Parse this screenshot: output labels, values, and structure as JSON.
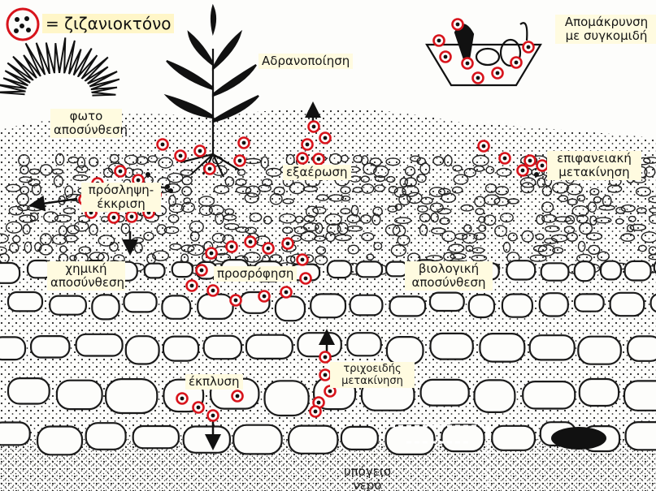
{
  "legend": {
    "label": "= ζιζανιοκτόνο"
  },
  "labels": {
    "photodecomposition": "φωτο αποσύνθεση",
    "volatilization": "Αδρανοποίηση",
    "removal_harvest": "Απομάκρυνση με συγκομιδή",
    "evaporation": "εξαέρωση",
    "surface_movement": "επιφανειακή μετακίνηση",
    "uptake_excretion": "πρόσληψη- έκκριση",
    "chemical_decomposition": "χημική αποσύνθεση",
    "adsorption": "προσρόφηση",
    "biological_decomposition": "βιολογική αποσύνθεση",
    "leaching": "έκπλυση",
    "capillary_movement": "τριχοειδής μετακίνηση",
    "groundwater": "υπόγειο νερό"
  },
  "colors": {
    "marker_ring": "#d8141c",
    "ink": "#111111",
    "label_bg": "#fffbe0"
  }
}
